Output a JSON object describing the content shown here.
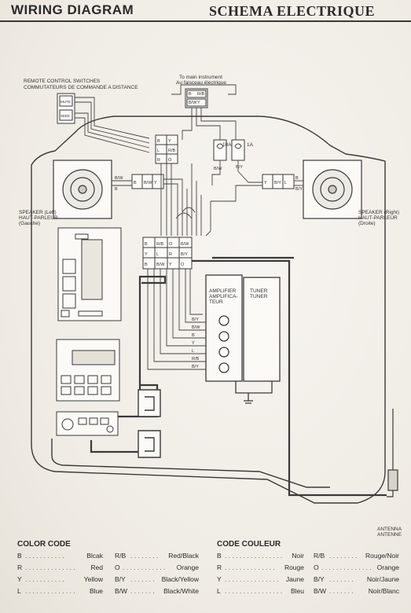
{
  "header": {
    "title_en": "WIRING DIAGRAM",
    "title_fr": "SCHEMA ELECTRIQUE"
  },
  "labels": {
    "remote_switches": "REMOTE CONTROL SWITCHES",
    "remote_switches_fr": "COMMUTATEURS DE COMMANDE A DISTANCE",
    "to_main": "To main instrument",
    "to_main_fr": "Au faisceau électrique",
    "speaker_left": "SPEAKER (Left)",
    "speaker_left_fr1": "HAUT-PARLEUR",
    "speaker_left_fr2": "(Gauche)",
    "speaker_right": "SPEAKER (Right)",
    "speaker_right_fr1": "HAUT-PARLEUR",
    "speaker_right_fr2": "(Droite)",
    "amplifier": "AMPLIFIER",
    "amplifier_fr1": "AMPLIFICA-",
    "amplifier_fr2": "TEUR",
    "tuner": "TUNER",
    "tuner_fr": "TUNER",
    "antenna": "ANTENNA",
    "antenna_fr": "ANTENNE",
    "fuse1": "10A",
    "fuse2": "1A"
  },
  "color_code": {
    "heading": "COLOR CODE",
    "left_col": [
      {
        "code": "B",
        "dots": ". . . . . . . . . . .",
        "name": "Blcak"
      },
      {
        "code": "R",
        "dots": ". . . . . . . . . . . . . .",
        "name": "Red"
      },
      {
        "code": "Y",
        "dots": ". . . . . . . . . . .",
        "name": "Yellow"
      },
      {
        "code": "L",
        "dots": ". . . . . . . . . . . . . .",
        "name": "Blue"
      }
    ],
    "right_col": [
      {
        "code": "R/B",
        "dots": ". . . . . . . .",
        "name": "Red/Black"
      },
      {
        "code": "O",
        "dots": ". . . . . . . . . . . .",
        "name": "Orange"
      },
      {
        "code": "B/Y",
        "dots": ". . . . . . .",
        "name": "Black/Yellow"
      },
      {
        "code": "B/W",
        "dots": ". . . . . . .",
        "name": "Black/White"
      }
    ]
  },
  "code_couleur": {
    "heading": "CODE COULEUR",
    "left_col": [
      {
        "code": "B",
        "dots": ". . . . . . . . . . . . . . . .",
        "name": "Noir"
      },
      {
        "code": "R",
        "dots": ". . . . . . . . . . . . . .",
        "name": "Rouge"
      },
      {
        "code": "Y",
        "dots": ". . . . . . . . . . . . . . .",
        "name": "Jaune"
      },
      {
        "code": "L",
        "dots": ". . . . . . . . . . . . . . . .",
        "name": "Bleu"
      }
    ],
    "right_col": [
      {
        "code": "R/B",
        "dots": ". . . . . . . .",
        "name": "Rouge/Noir"
      },
      {
        "code": "O",
        "dots": ". . . . . . . . . . . . . .",
        "name": "Orange"
      },
      {
        "code": "B/Y",
        "dots": ". . . . . . .",
        "name": "Noir/Jaune"
      },
      {
        "code": "B/W",
        "dots": ". . . . . . .",
        "name": "Noir/Blanc"
      }
    ]
  },
  "wire_codes": [
    "B",
    "R/B",
    "B/W",
    "Y",
    "L",
    "O",
    "R",
    "B/Y"
  ],
  "colors": {
    "line": "#3a3a3a",
    "thin_line": "#555555",
    "paper": "#f4f1ec"
  }
}
